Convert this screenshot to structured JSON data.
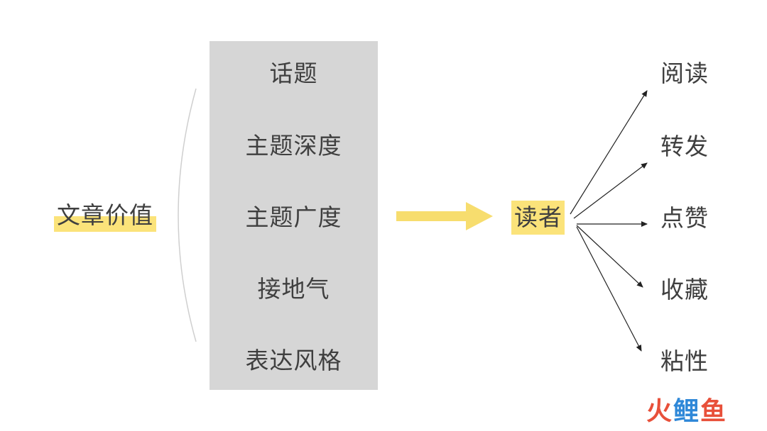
{
  "root": {
    "label": "文章价值"
  },
  "factors": [
    {
      "label": "话题"
    },
    {
      "label": "主题深度"
    },
    {
      "label": "主题广度"
    },
    {
      "label": "接地气"
    },
    {
      "label": "表达风格"
    }
  ],
  "reader": {
    "label": "读者"
  },
  "actions": [
    {
      "label": "阅读"
    },
    {
      "label": "转发"
    },
    {
      "label": "点赞"
    },
    {
      "label": "收藏"
    },
    {
      "label": "粘性"
    }
  ],
  "watermark": {
    "part1": "火",
    "part2": "鲤",
    "part3": "鱼"
  },
  "colors": {
    "highlight": "#fbe37a",
    "arrow": "#f7dd6e",
    "panel": "#d6d6d6",
    "text": "#3f3f3f",
    "brand_red": "#e8503a",
    "brand_blue": "#2f88d8"
  }
}
